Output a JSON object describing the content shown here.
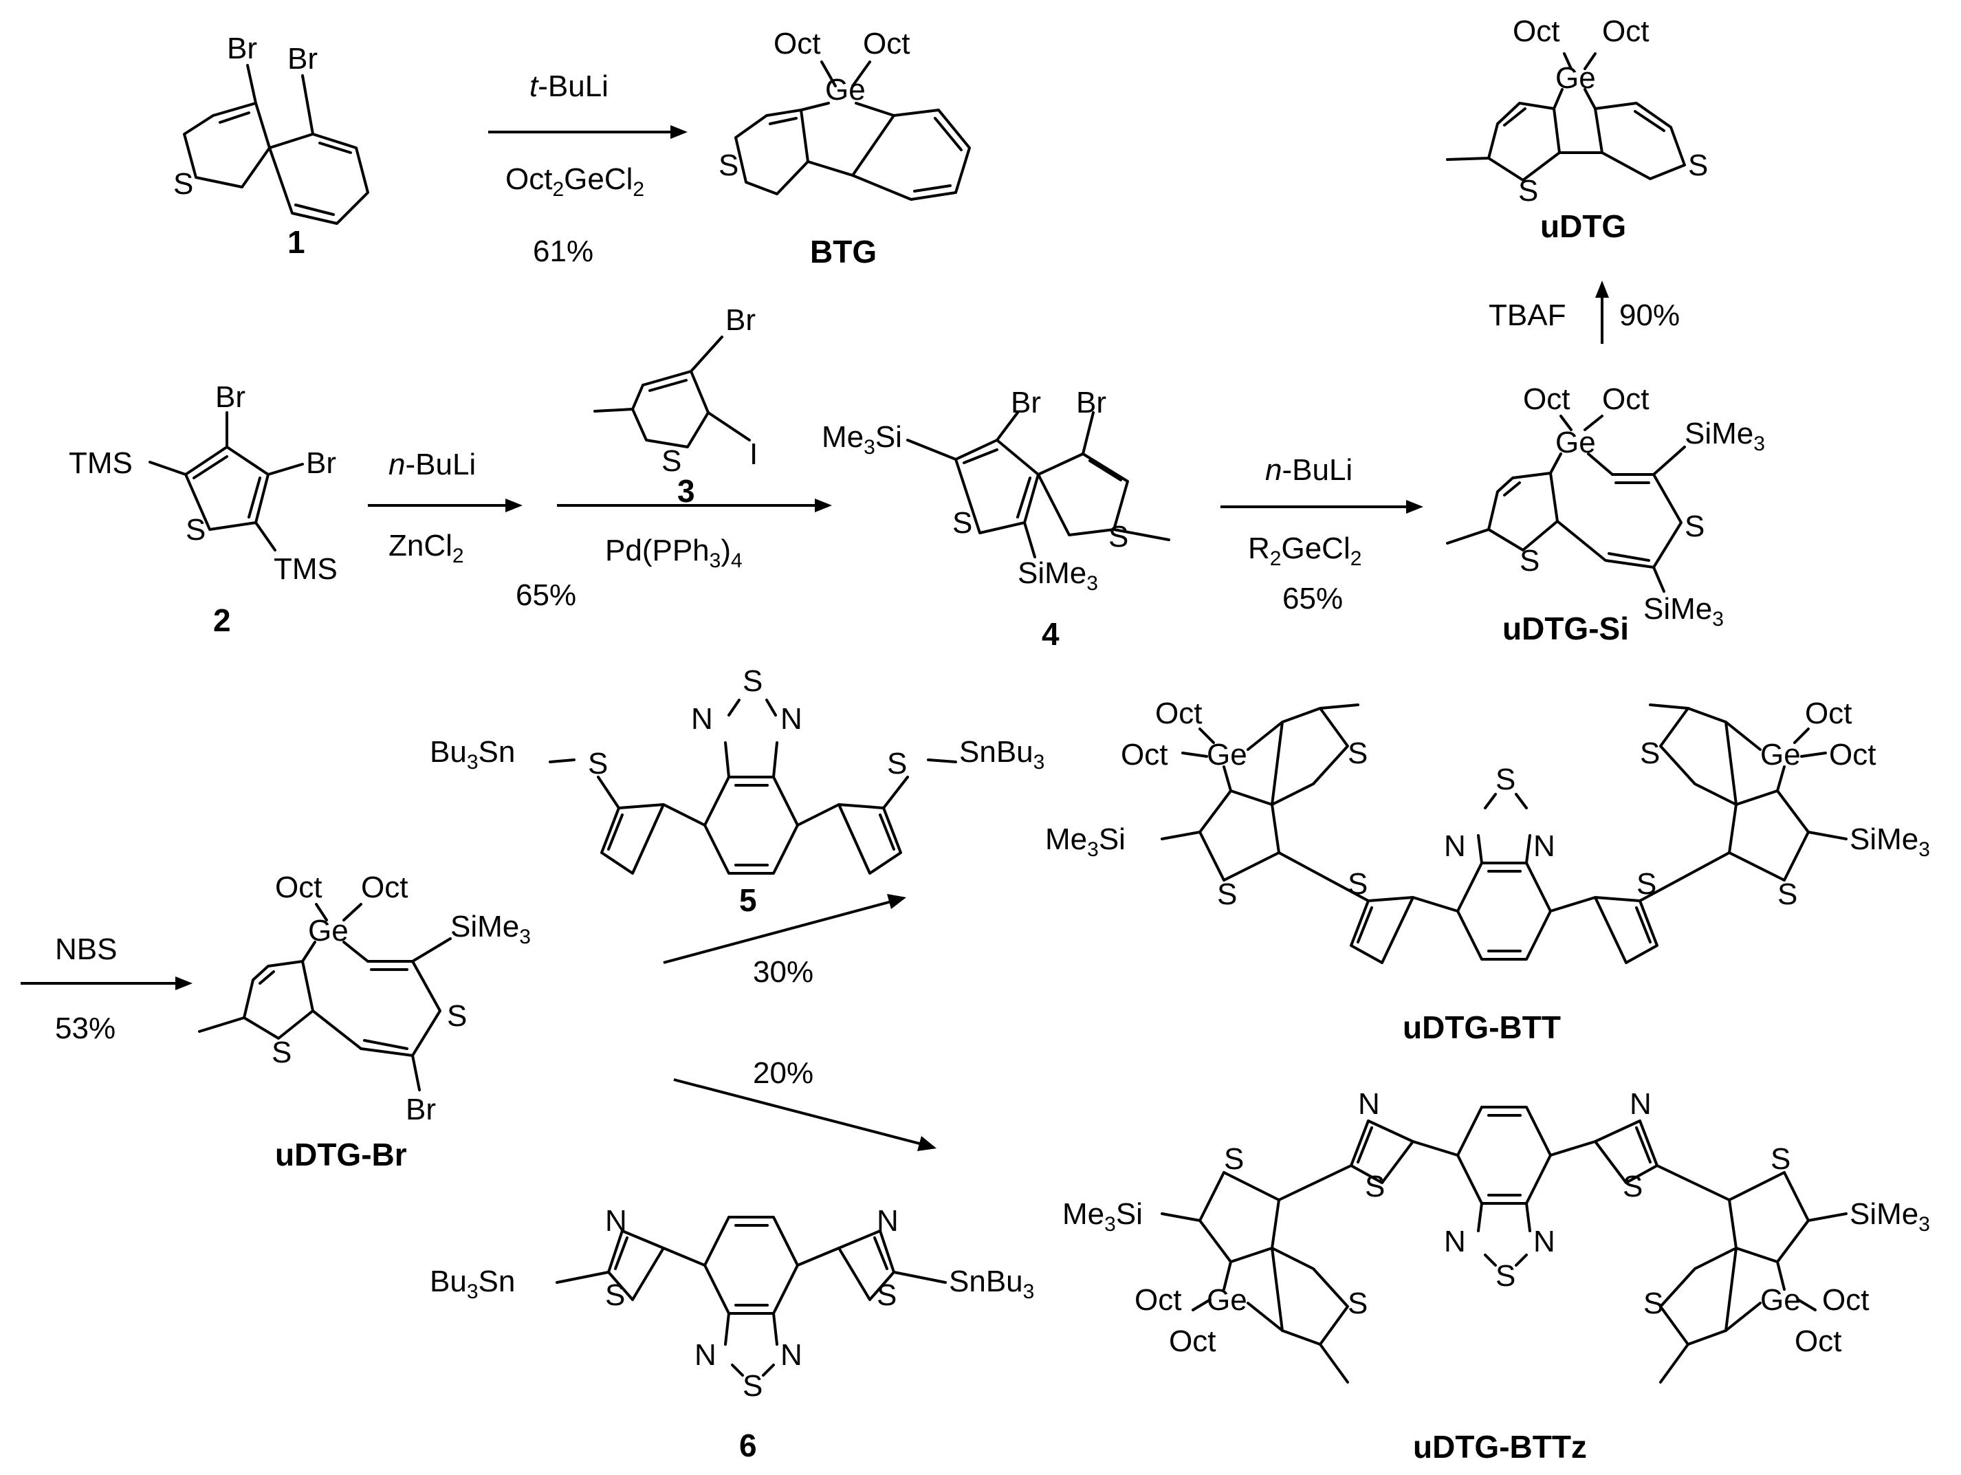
{
  "compounds": {
    "c1": "1",
    "btg": "BTG",
    "udtg": "uDTG",
    "c2": "2",
    "c3": "3",
    "c4": "4",
    "udtg_si": "uDTG-Si",
    "c5": "5",
    "udtg_btt": "uDTG-BTT",
    "udtg_br": "uDTG-Br",
    "c6": "6",
    "udtg_bttz": "uDTG-BTTz"
  },
  "conditions": {
    "r1_reagent_italic": "t",
    "r1_reagent_rest": "-BuLi",
    "r1_reagent2_a": "Oct",
    "r1_reagent2_sub1": "2",
    "r1_reagent2_b": "GeCl",
    "r1_reagent2_sub2": "2",
    "r1_yield": "61%",
    "tbaf": "TBAF",
    "tbaf_yield": "90%",
    "r2_reagent_italic": "n",
    "r2_reagent_rest": "-BuLi",
    "r2_zn_a": "ZnCl",
    "r2_zn_sub": "2",
    "r2_yield": "65%",
    "r3_pd_a": "Pd(PPh",
    "r3_pd_sub1": "3",
    "r3_pd_b": ")",
    "r3_pd_sub2": "4",
    "r4_reagent_italic": "n",
    "r4_reagent_rest": "-BuLi",
    "r4_ge_a": "R",
    "r4_ge_sub1": "2",
    "r4_ge_b": "GeCl",
    "r4_ge_sub2": "2",
    "r4_yield": "65%",
    "nbs": "NBS",
    "nbs_yield": "53%",
    "stille1_yield": "30%",
    "stille2_yield": "20%"
  },
  "atoms": {
    "br": "Br",
    "s": "S",
    "ge": "Ge",
    "oct": "Oct",
    "tms": "TMS",
    "i": "I",
    "n": "N",
    "me3si_a": "Me",
    "me3si_sub": "3",
    "me3si_b": "Si",
    "sime3_a": "SiMe",
    "sime3_sub": "3",
    "bu3sn_a": "Bu",
    "bu3sn_sub": "3",
    "bu3sn_b": "Sn",
    "snbu3_a": "SnBu",
    "snbu3_sub": "3"
  }
}
